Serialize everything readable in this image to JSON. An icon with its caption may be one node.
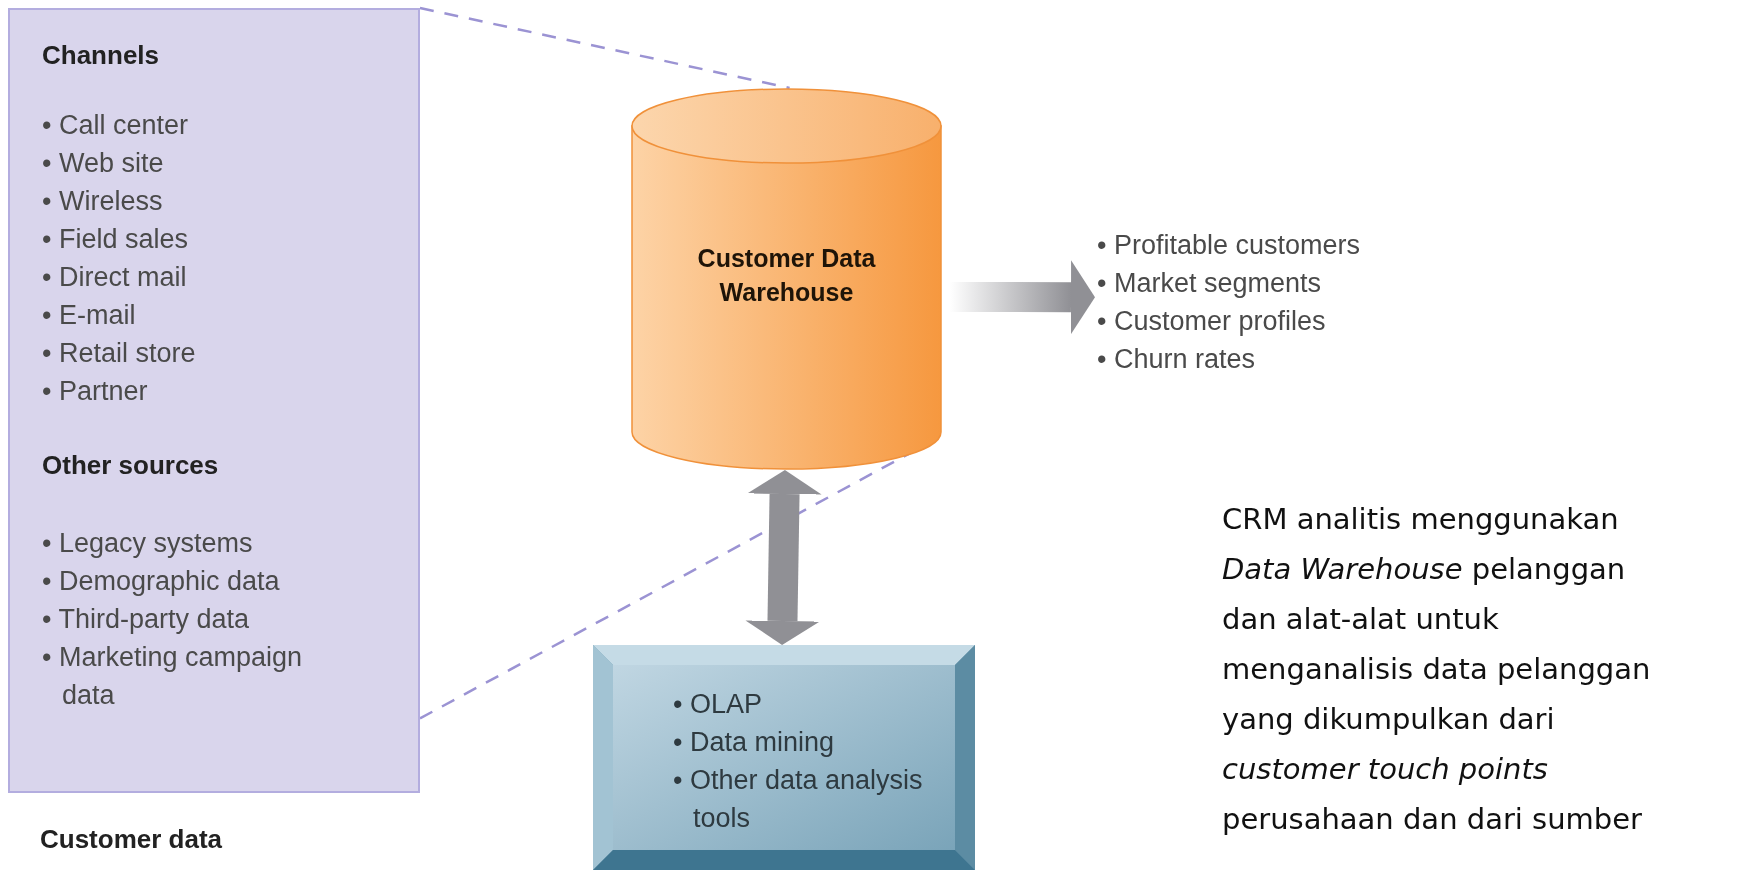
{
  "diagram": {
    "nodes": [
      {
        "text": [
          "Channels",
          "• Call center",
          "• Web site",
          "• Wireless",
          "• Field sales",
          "• Direct mail",
          "• E-mail",
          "• Retail store",
          "• Partner",
          "Other sources",
          "• Legacy systems",
          "• Demographic data",
          "• Third-party data",
          "• Marketing campaign data"
        ],
        "beside": [
          "Customer data"
        ]
      },
      {
        "text": [
          "Customer Data Warehouse"
        ]
      },
      {
        "text": [
          "• OLAP",
          "• Data mining",
          "• Other data analysis tools"
        ]
      },
      {
        "text": [
          "• Profitable customers",
          "• Market segments",
          "• Customer profiles",
          "• Churn rates"
        ]
      }
    ],
    "edges": [
      {
        "from": 0,
        "to": 1,
        "arrow": "none",
        "style": "dashed",
        "color": "#9b93d3"
      },
      {
        "from": 0,
        "to": 1,
        "arrow": "none",
        "style": "dashed",
        "color": "#9b93d3"
      },
      {
        "from": 1,
        "to": 3,
        "arrow": "to",
        "style": "thick"
      },
      {
        "from": 1,
        "to": 2,
        "arrow": "both",
        "style": "thick"
      }
    ],
    "labels": [
      "CRM analitis menggunakan *Data Warehouse* pelanggan dan alat-alat untuk menganalisis data pelanggan yang dikumpulkan dari *customer touch points* perusahaan dan dari sumber"
    ]
  }
}
